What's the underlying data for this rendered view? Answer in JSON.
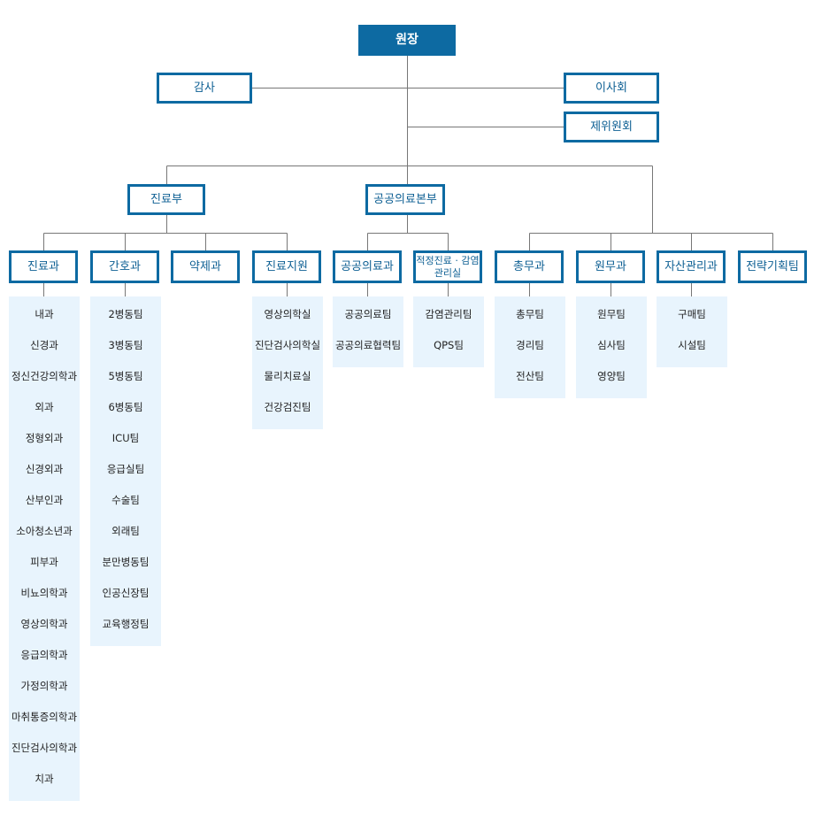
{
  "colors": {
    "box_border": "#0d6aa2",
    "root_fill": "#0d6aa2",
    "box_text": "#0d5f93",
    "list_bg": "#e8f4fd",
    "line": "#777777"
  },
  "top": {
    "director": "원장",
    "audit": "감사",
    "board": "이사회",
    "committee": "제위원회"
  },
  "mid": {
    "medical": "진료부",
    "public": "공공의료본부"
  },
  "departments": [
    {
      "label": "진료과",
      "items": [
        "내과",
        "신경과",
        "정신건강의학과",
        "외과",
        "정형외과",
        "신경외과",
        "산부인과",
        "소아청소년과",
        "피부과",
        "비뇨의학과",
        "영상의학과",
        "응급의학과",
        "가정의학과",
        "마취통증의학과",
        "진단검사의학과",
        "치과"
      ]
    },
    {
      "label": "간호과",
      "items": [
        "2병동팀",
        "3병동팀",
        "5병동팀",
        "6병동팀",
        "ICU팀",
        "응급실팀",
        "수술팀",
        "외래팀",
        "분만병동팀",
        "인공신장팀",
        "교육행정팀"
      ]
    },
    {
      "label": "약제과",
      "items": []
    },
    {
      "label": "진료지원",
      "items": [
        "영상의학실",
        "진단검사의학실",
        "물리치료실",
        "건강검진팀"
      ]
    },
    {
      "label": "공공의료과",
      "items": [
        "공공의료팀",
        "공공의료협력팀"
      ]
    },
    {
      "label": "적정진료 · 감염관리실",
      "items": [
        "감염관리팀",
        "QPS팀"
      ]
    },
    {
      "label": "총무과",
      "items": [
        "총무팀",
        "경리팀",
        "전산팀"
      ]
    },
    {
      "label": "원무과",
      "items": [
        "원무팀",
        "심사팀",
        "영양팀"
      ]
    },
    {
      "label": "자산관리과",
      "items": [
        "구매팀",
        "시설팀"
      ]
    },
    {
      "label": "전략기획팀",
      "items": []
    }
  ]
}
